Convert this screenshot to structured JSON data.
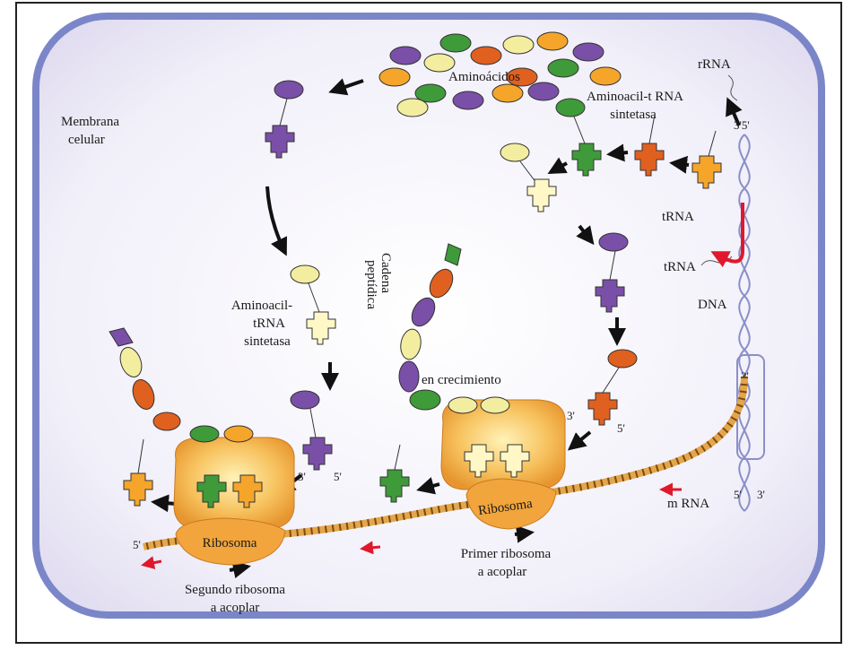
{
  "labels": {
    "aminoacidos": "Aminoácidos",
    "membrana_1": "Membrana",
    "membrana_2": "celular",
    "synth_top_1": "Aminoacil-t RNA",
    "synth_top_2": "sintetasa",
    "synth_left_1": "Aminoacil-",
    "synth_left_2": "tRNA",
    "synth_left_3": "sintetasa",
    "rrna": "rRNA",
    "trna_1": "tRNA",
    "trna_2": "tRNA",
    "dna": "DNA",
    "mrna": "m RNA",
    "cadena_1": "Cadena",
    "cadena_2": "peptídica",
    "crecimiento": "en crecimiento",
    "ribosoma": "Ribosoma",
    "primer_1": "Primer ribosoma",
    "primer_2": "a acoplar",
    "segundo_1": "Segundo ribosoma",
    "segundo_2": "a acoplar",
    "three_prime": "3'",
    "five_prime": "5'",
    "three_five": "3'5'"
  },
  "colors": {
    "membrane": "#7b86c9",
    "cytoplasm": "#e9e6f5",
    "purple": "#7a4fa8",
    "green": "#3f9a3a",
    "orange": "#e0601f",
    "yellow": "#f3eda0",
    "ribosome": "#f5b14a",
    "mrna": "#e4a64a",
    "dna": "#8b8fc9",
    "red": "#e0182b"
  }
}
